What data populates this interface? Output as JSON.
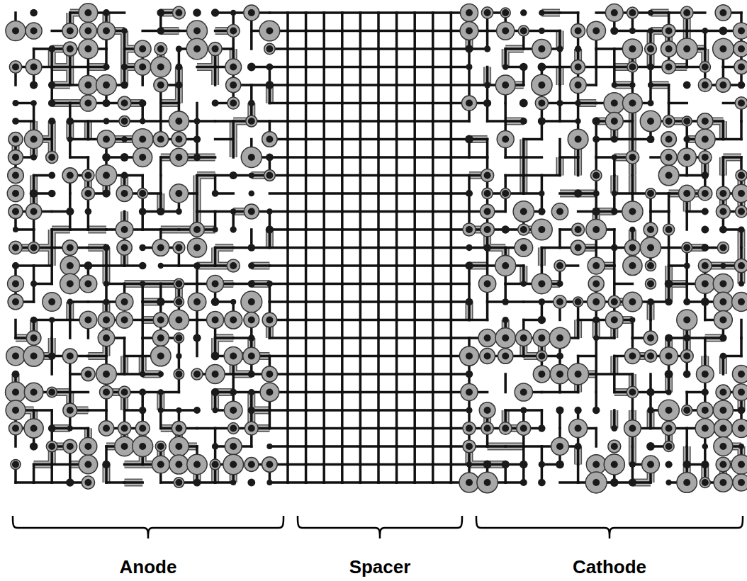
{
  "diagram": {
    "labels": [
      "Anode",
      "Spacer",
      "Cathode"
    ]
  }
}
